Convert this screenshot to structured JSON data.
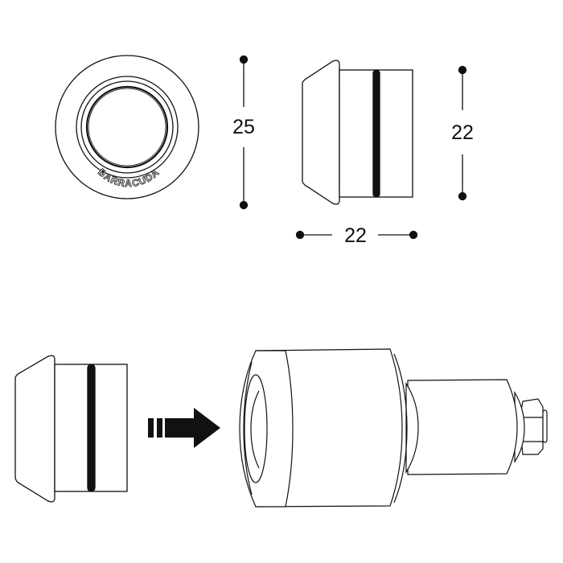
{
  "diagram": {
    "type": "technical-drawing",
    "subject": "bar end weight insert",
    "colors": {
      "line": "#111111",
      "background": "#ffffff"
    },
    "front_view": {
      "brand_text": "BARRACUDA"
    },
    "dimensions": {
      "outer_diameter": "25",
      "inner_diameter": "22",
      "length": "22"
    },
    "assembly": {
      "arrow": "insert-arrow-icon"
    }
  }
}
